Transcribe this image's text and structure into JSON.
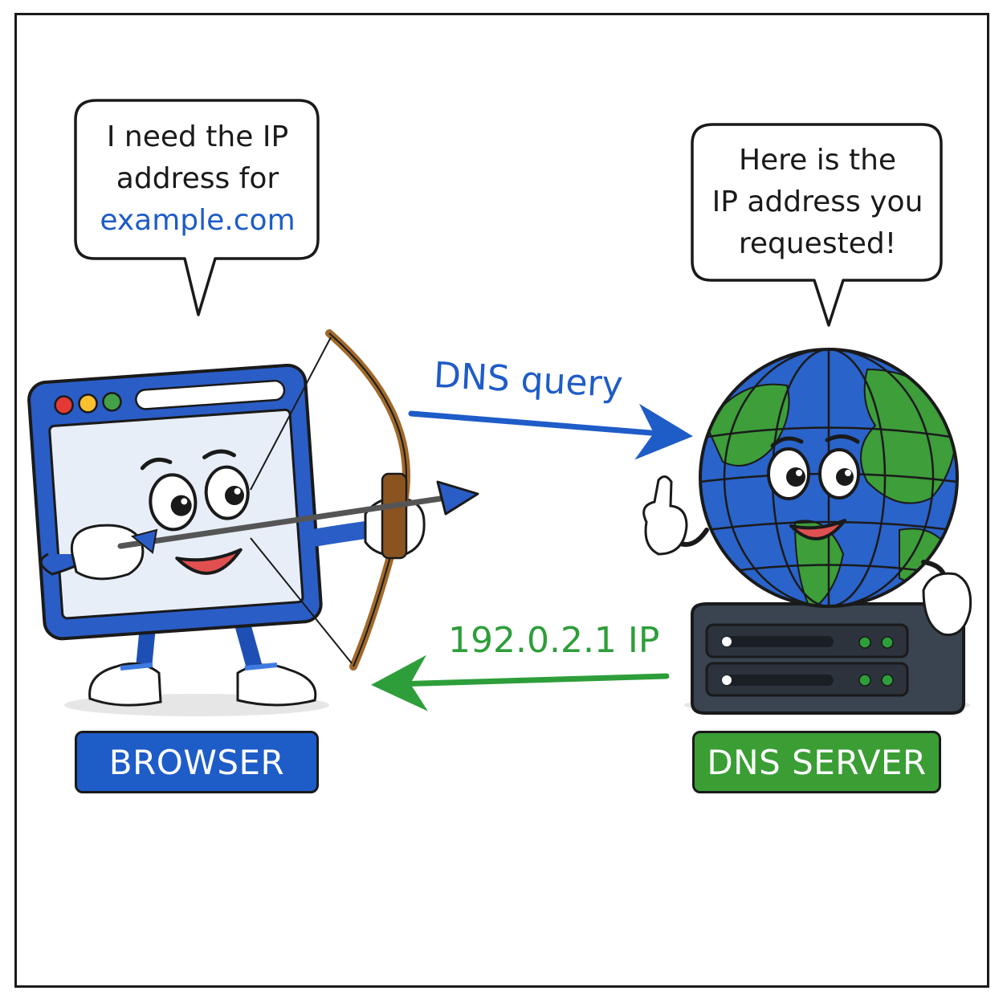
{
  "left_bubble": {
    "line1": "I need the IP",
    "line2": "address for",
    "domain": "example.com"
  },
  "right_bubble": {
    "line1": "Here is the",
    "line2": "IP address you",
    "line3": "requested!"
  },
  "query_arrow": {
    "label": "DNS query",
    "color": "#1e5cc8"
  },
  "response_arrow": {
    "label": "192.0.2.1 IP",
    "color": "#2e9e3a"
  },
  "browser": {
    "label": "BROWSER",
    "color": "#1e5cc8"
  },
  "dns_server": {
    "label": "DNS SERVER",
    "color": "#3a9e35"
  },
  "icons": [
    "browser-window-character-icon",
    "bow-and-arrow-icon",
    "globe-character-icon",
    "server-rack-icon"
  ]
}
